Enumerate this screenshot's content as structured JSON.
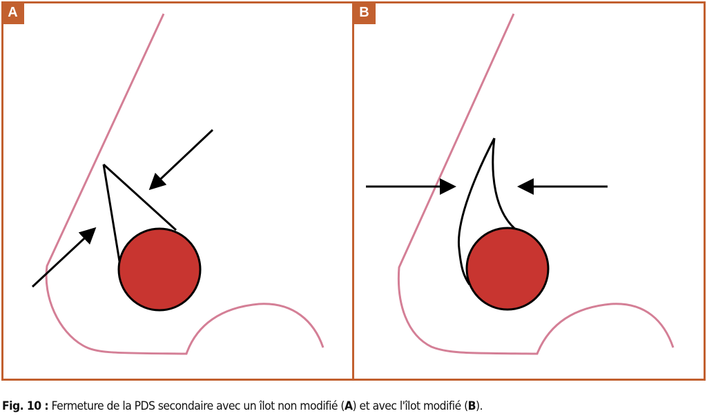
{
  "panels": [
    {
      "label": "A",
      "description_shape": "triangle"
    },
    {
      "label": "B",
      "description_shape": "teardrop"
    }
  ],
  "caption": {
    "fig": "Fig. 10 :",
    "text1": " Fermeture de la PDS secondaire avec un îlot non modifié (",
    "refA": "A",
    "text2": ") et avec l'îlot modifié (",
    "refB": "B",
    "text3": ")."
  },
  "colors": {
    "frame": "#c2602f",
    "skin": "#d47f96",
    "disc": "#c83530"
  }
}
